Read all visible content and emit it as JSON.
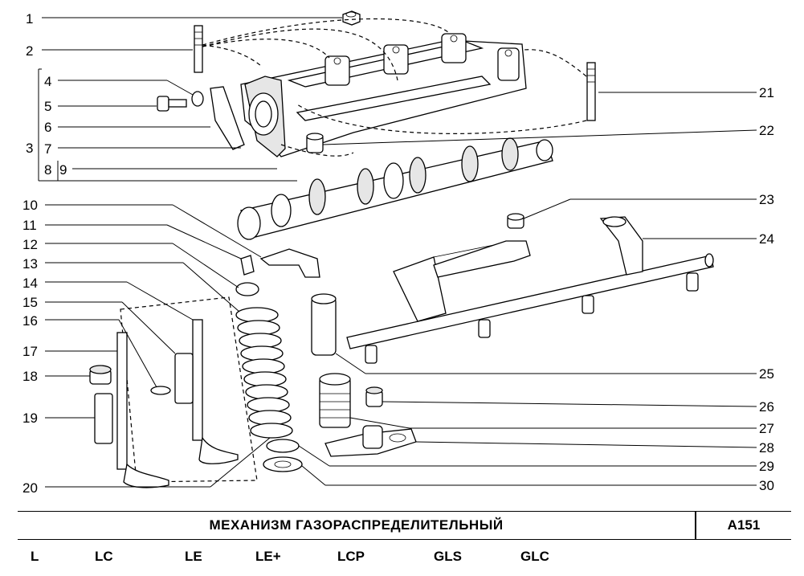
{
  "title": "МЕХАНИЗМ   ГАЗОРАСПРЕДЕЛИТЕЛЬНЫЙ",
  "code": "A151",
  "variants": [
    "L",
    "LC",
    "LE",
    "LE+",
    "LCP",
    "GLS",
    "GLC"
  ],
  "callouts": [
    "1",
    "2",
    "3",
    "4",
    "5",
    "6",
    "7",
    "8",
    "9",
    "10",
    "11",
    "12",
    "13",
    "14",
    "15",
    "16",
    "17",
    "18",
    "19",
    "20",
    "21",
    "22",
    "23",
    "24",
    "25",
    "26",
    "27",
    "28",
    "29",
    "30"
  ]
}
